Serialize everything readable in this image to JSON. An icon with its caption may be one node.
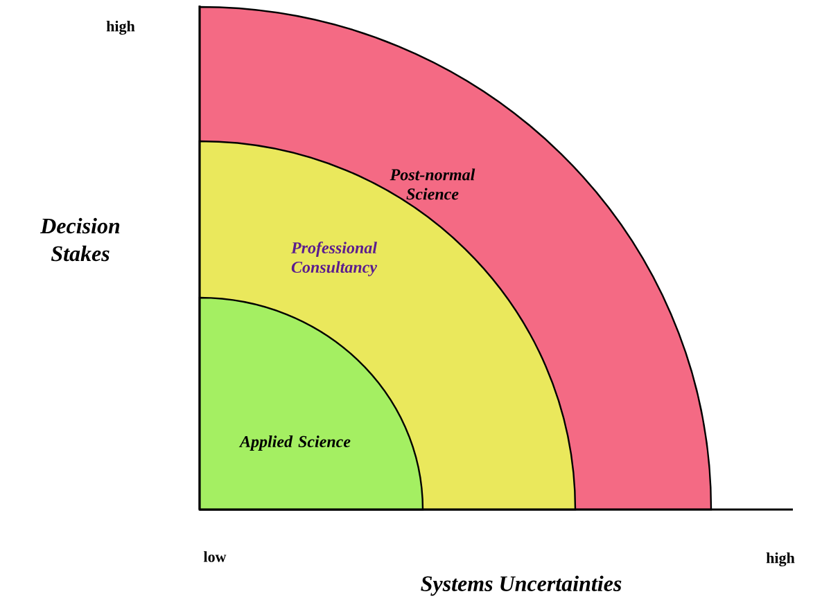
{
  "diagram": {
    "nodes": [
      {
        "text": [
          "Post-normal Science"
        ]
      },
      {
        "text": [
          "Professional Consultancy"
        ],
        "in": 0
      },
      {
        "text": [
          "Applied Science"
        ],
        "in": 1
      }
    ],
    "labels": [
      "high",
      "Decision Stakes",
      "low",
      "Systems Uncertainties",
      "high"
    ]
  }
}
